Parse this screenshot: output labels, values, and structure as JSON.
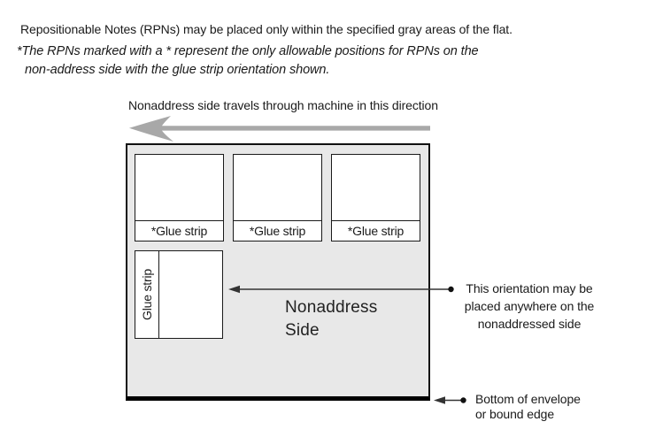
{
  "intro": {
    "line1": "Repositionable Notes (RPNs) may be placed only within the specified gray areas of the flat.",
    "note_line1": "*The RPNs marked with a * represent the only allowable positions for RPNs on the",
    "note_line2": "non-address side with the glue strip orientation shown."
  },
  "machine_direction_label": "Nonaddress side travels through machine in this direction",
  "flat": {
    "glue_strips_top": [
      "*Glue strip",
      "*Glue strip",
      "*Glue strip"
    ],
    "glue_strip_vertical": "Glue strip",
    "side_label_line1": "Nonaddress",
    "side_label_line2": "Side"
  },
  "annotations": {
    "orientation_line1": "This orientation may be",
    "orientation_line2": "placed anywhere on the",
    "orientation_line3": "nonaddressed side",
    "bottom_line1": "Bottom of envelope",
    "bottom_line2": "or bound edge"
  },
  "colors": {
    "flat_fill": "#e8e8e8",
    "arrow_gray": "#a8a8a8",
    "ink": "#1a1a1a"
  }
}
